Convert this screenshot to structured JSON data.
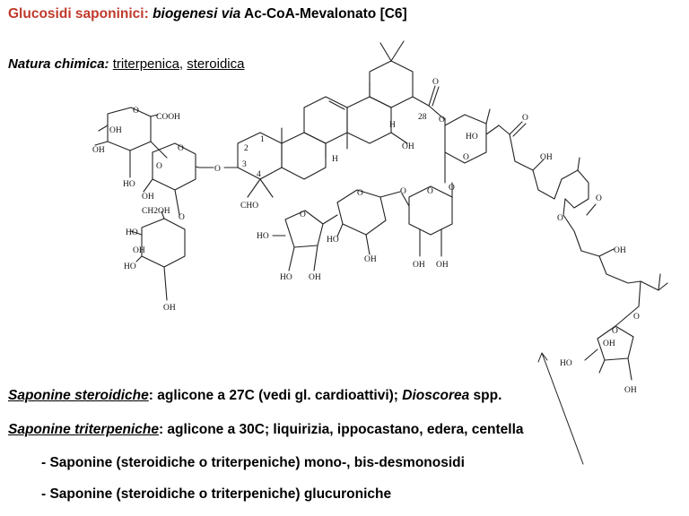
{
  "header": {
    "prefix": "Glucosidi saponinici:",
    "italic": "biogenesi via",
    "rest": "Ac-CoA-Mevalonato [C6]",
    "accent_color": "#c0392b"
  },
  "nature": {
    "label": "Natura chimica:",
    "type1": "triterpenica",
    "sep": ",",
    "type2": "steroidica"
  },
  "structure_labels": {
    "cooh": "COOH",
    "oh": "OH",
    "ch2oh": "CH2OH",
    "ho": "HO",
    "cho": "CHO",
    "h": "H",
    "o": "O",
    "n1": "1",
    "n2": "2",
    "n3": "3",
    "n4": "4",
    "n28": "28"
  },
  "lines": [
    {
      "term": "Saponine steroidiche",
      "text": ": aglicone a 27C (vedi gl. cardioattivi); ",
      "italic": "Dioscorea",
      "tail": " spp."
    },
    {
      "term": "Saponine triterpeniche",
      "text": ": aglicone a 30C; liquirizia, ippocastano, edera, centella"
    }
  ],
  "bullets": [
    "- Saponine (steroidiche o triterpeniche) mono-, bis-desmonosidi",
    "- Saponine (steroidiche o triterpeniche) glucuroniche"
  ]
}
